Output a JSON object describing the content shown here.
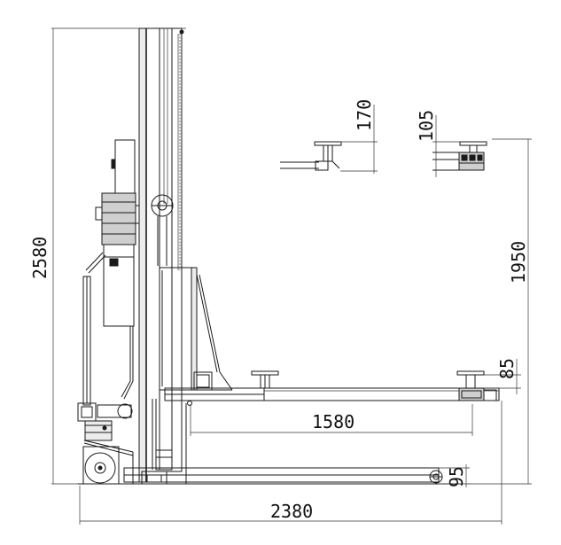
{
  "dimensions": {
    "total_height": "2580",
    "lift_height": "1950",
    "arm_length": "1580",
    "base_length": "2380",
    "pad_height_top_left": "170",
    "pad_height_top_right": "105",
    "pad_height_arm": "85",
    "base_clearance": "95"
  }
}
